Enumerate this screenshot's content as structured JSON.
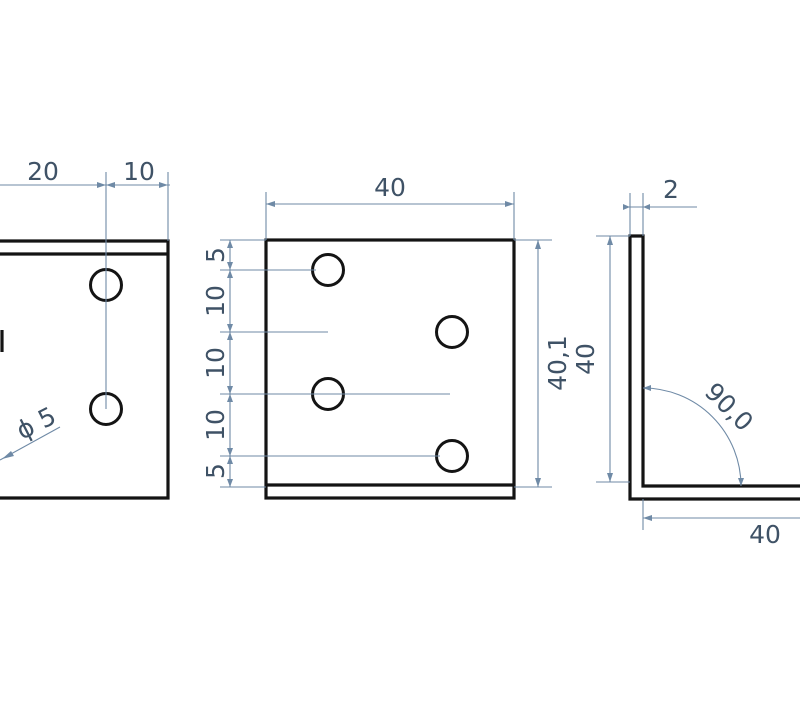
{
  "colors": {
    "outline": "#141414",
    "dimension_line": "#6f8aa6",
    "dimension_text": "#3f5266",
    "background": "#ffffff"
  },
  "views": {
    "left_view": {
      "dim_20": "20",
      "dim_10": "10",
      "hole_diameter": "ϕ 5"
    },
    "front_view": {
      "width": "40",
      "height": "40,1",
      "side_dims": [
        "5",
        "10",
        "10",
        "10",
        "5"
      ]
    },
    "side_view": {
      "thickness": "2",
      "height": "40",
      "width": "40",
      "angle": "90,0"
    }
  }
}
